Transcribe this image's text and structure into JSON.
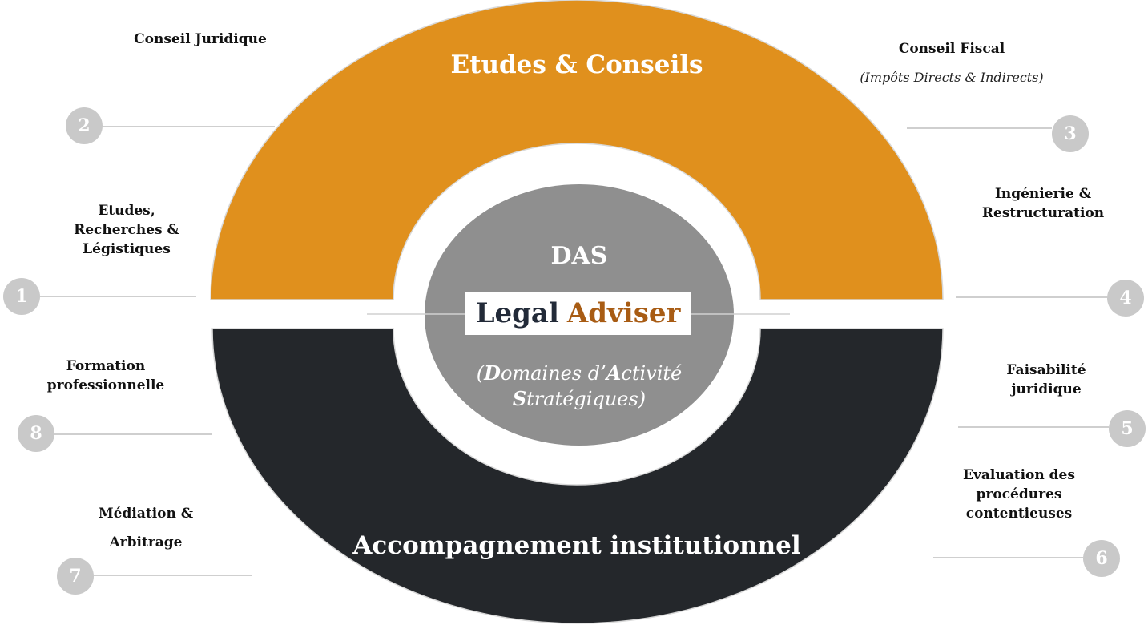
{
  "colors": {
    "top_band": "#e0901d",
    "bottom_band": "#24272b",
    "center_disc": "#8f8f8f",
    "badge": "#c9c9c9",
    "legal_word": "#222a38",
    "adviser_word": "#a85c14"
  },
  "top_band_title": "Etudes & Conseils",
  "bottom_band_title": "Accompagnement institutionnel",
  "center": {
    "title": "DAS",
    "brand_part1": "Legal",
    "brand_part2": "Adviser",
    "subtitle": {
      "open": "(",
      "d_initial": "D",
      "d_rest": "omaines d’",
      "a_initial": "A",
      "a_rest": "ctivité",
      "s_initial": "S",
      "s_rest": "tratégiques)"
    }
  },
  "items": [
    {
      "number": "1",
      "lines": [
        "Etudes,",
        "Recherches &",
        "Légistiques"
      ]
    },
    {
      "number": "2",
      "lines": [
        "Conseil Juridique"
      ]
    },
    {
      "number": "3",
      "lines": [
        "Conseil Fiscal"
      ],
      "note": "(Impôts Directs & Indirects)"
    },
    {
      "number": "4",
      "lines": [
        "Ingénierie &",
        "Restructuration"
      ]
    },
    {
      "number": "5",
      "lines": [
        "Faisabilité",
        "juridique"
      ]
    },
    {
      "number": "6",
      "lines": [
        "Evaluation des",
        "procédures",
        "contentieuses"
      ]
    },
    {
      "number": "7",
      "lines": [
        "Médiation &",
        "Arbitrage"
      ]
    },
    {
      "number": "8",
      "lines": [
        "Formation",
        "professionnelle"
      ]
    }
  ]
}
